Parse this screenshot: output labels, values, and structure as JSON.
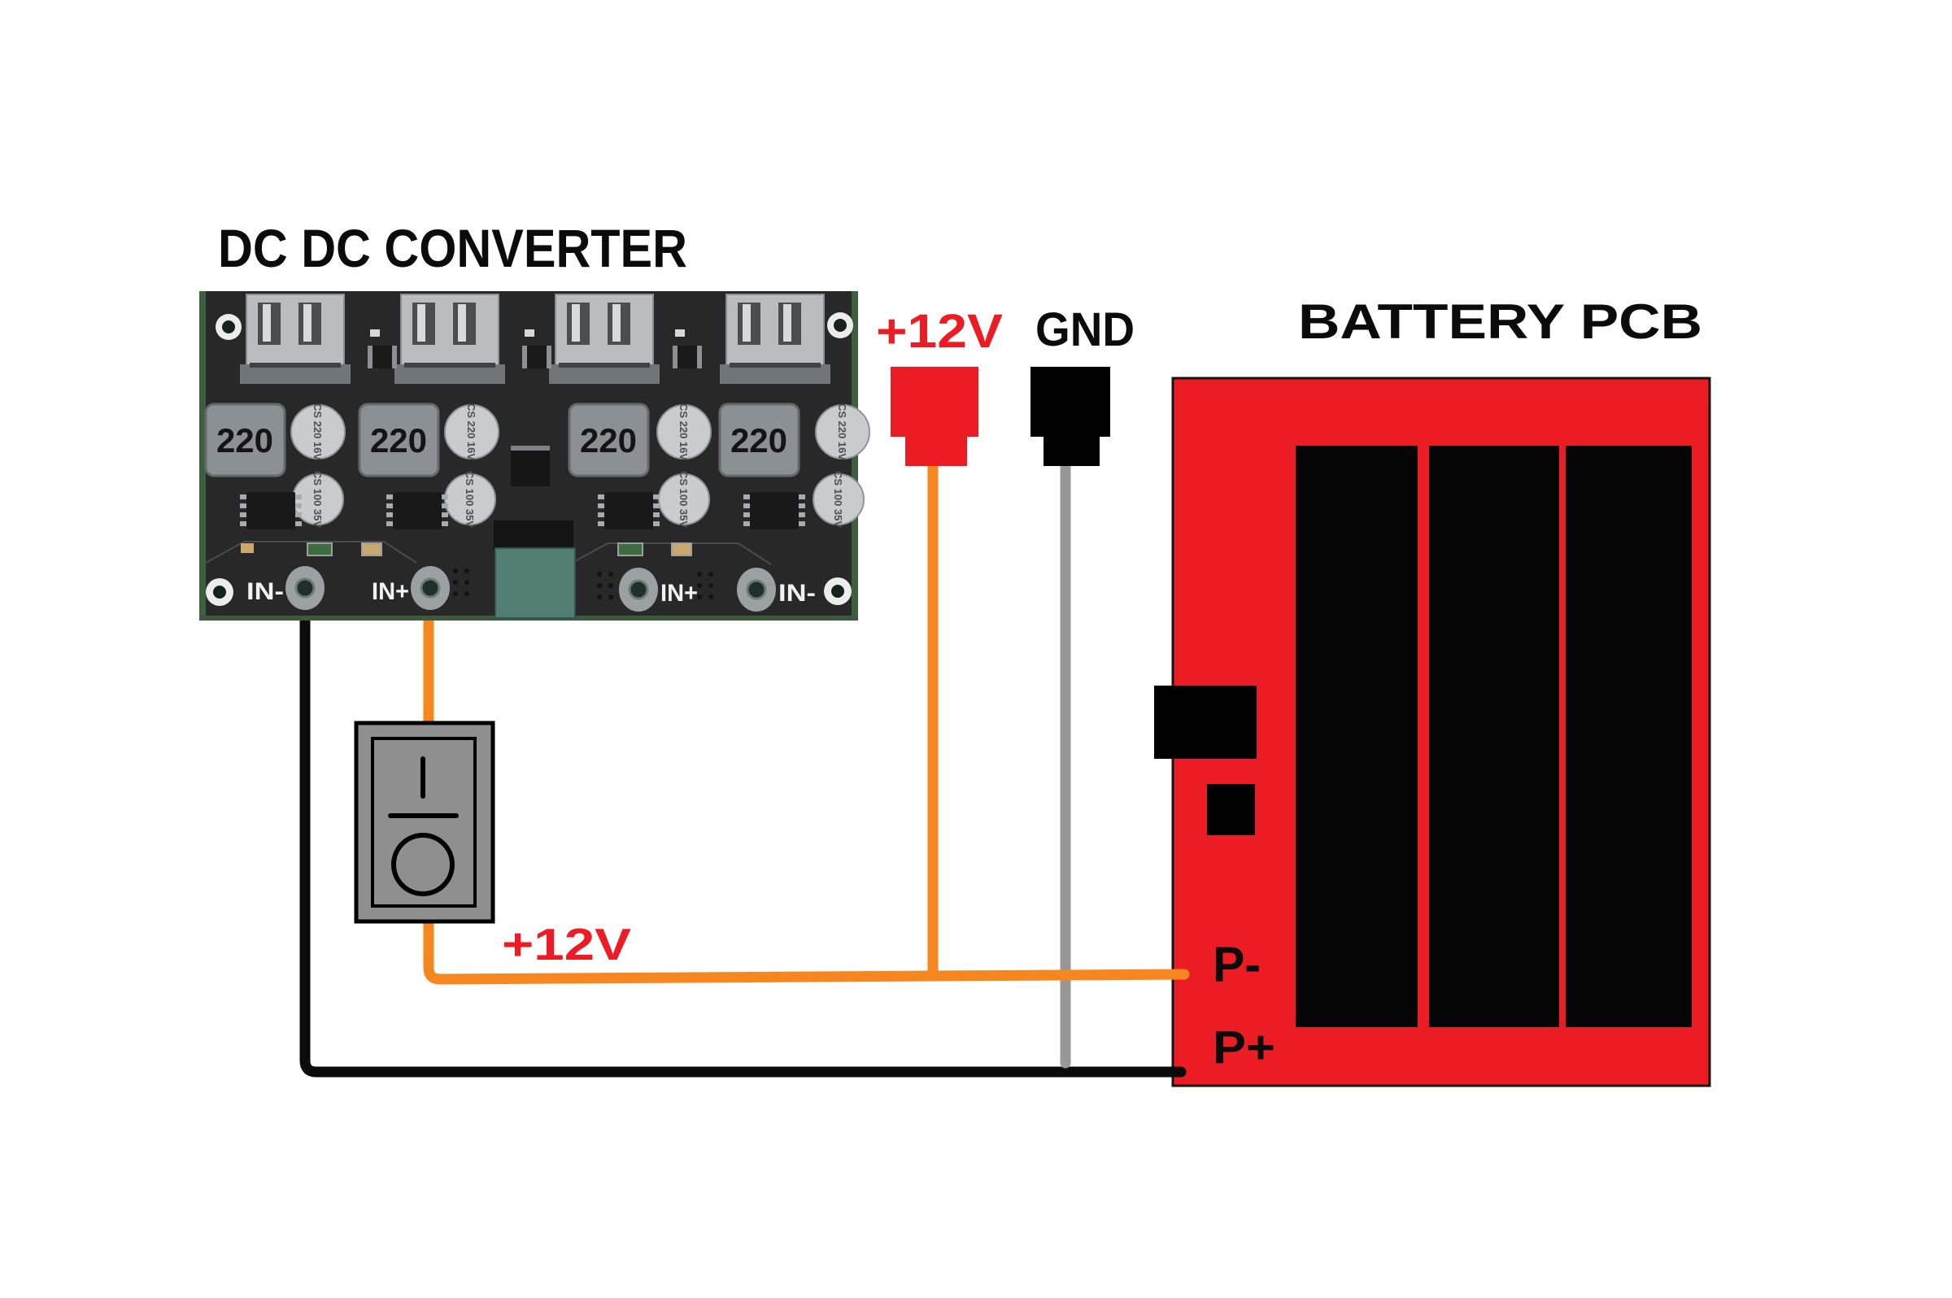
{
  "titles": {
    "converter": "DC DC CONVERTER",
    "battery": "BATTERY PCB"
  },
  "labels": {
    "supply": "+12V",
    "ground": "GND",
    "switched_supply": "+12V",
    "battery_negative": "P-",
    "battery_positive": "P+"
  },
  "converter": {
    "pad_labels": [
      "IN-",
      "IN+",
      "IN+",
      "IN-"
    ],
    "inductor_label": "220",
    "capacitor_upper_label": "CS 220 16V",
    "capacitor_lower_label": "CS 100 35V"
  },
  "colors": {
    "wire-orange": "#F6861F",
    "wire-gray": "#979797",
    "wire-black": "#0B0B0B",
    "accent-red": "#EC1C24",
    "pcb-red": "#EC1C24",
    "label-black": "#0B0B0B",
    "switch-gray": "#8F8F8F"
  }
}
